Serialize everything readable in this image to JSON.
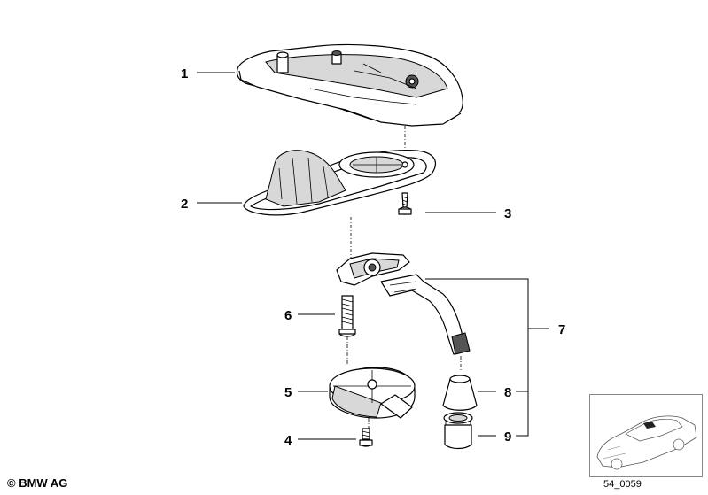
{
  "callouts": [
    "1",
    "2",
    "3",
    "4",
    "5",
    "6",
    "7",
    "8",
    "9"
  ],
  "copyright": "© BMW AG",
  "diagram_code": "54_0059",
  "icons": {
    "part_1": "sunroof-crank-housing-icon",
    "part_2": "seal-boot-icon",
    "part_3": "screw-icon",
    "part_4": "screw-icon",
    "part_5": "cover-cap-icon",
    "part_6": "bolt-icon",
    "part_7": "crank-handle-icon",
    "part_8": "rubber-grip-icon",
    "part_9": "cap-icon",
    "thumbnail": "car-thumbnail-icon"
  }
}
